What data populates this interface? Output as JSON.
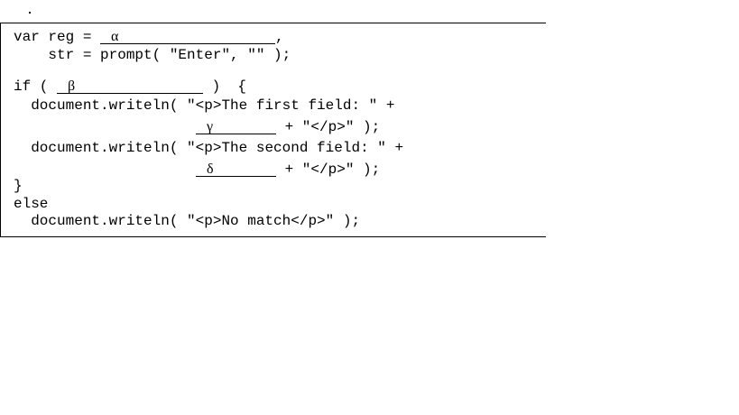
{
  "code": {
    "line1_prefix": "var reg = ",
    "line1_suffix": ",",
    "line2": "    str = prompt( \"Enter\", \"\" );",
    "line3_prefix": "if ( ",
    "line3_suffix": " )  {",
    "line4": "  document.writeln( \"<p>The first field: \" +",
    "line5_suffix": " + \"</p>\" );",
    "line6": "  document.writeln( \"<p>The second field: \" +",
    "line7_suffix": " + \"</p>\" );",
    "line8": "}",
    "line9": "else",
    "line10": "  document.writeln( \"<p>No match</p>\" );"
  },
  "blanks": {
    "alpha": "α",
    "beta": "β",
    "gamma": "γ",
    "delta": "δ"
  }
}
